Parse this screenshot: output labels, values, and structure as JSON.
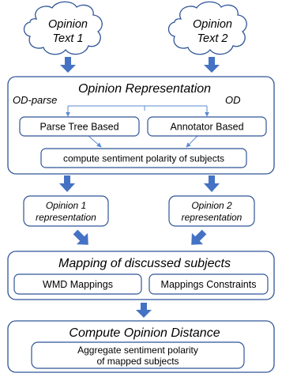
{
  "clouds": {
    "opinion_text_1": [
      "Opinion",
      "Text 1"
    ],
    "opinion_text_2": [
      "Opinion",
      "Text 2"
    ]
  },
  "opinion_representation": {
    "title": "Opinion Representation",
    "left_label": "OD-parse",
    "right_label": "OD",
    "parse_tree": "Parse Tree Based",
    "annotator": "Annotator Based",
    "compute": "compute sentiment polarity of subjects"
  },
  "representations": {
    "opinion_1": [
      "Opinion 1",
      "representation"
    ],
    "opinion_2": [
      "Opinion 2",
      "representation"
    ]
  },
  "mapping": {
    "title": "Mapping of discussed subjects",
    "wmd": "WMD Mappings",
    "constraints": "Mappings Constraints"
  },
  "distance": {
    "title": "Compute Opinion Distance",
    "aggregate": [
      "Aggregate sentiment polarity",
      "of mapped subjects"
    ]
  },
  "colors": {
    "outline": "#2f5597",
    "arrow": "#4472c4",
    "connector": "#5b8bd0"
  }
}
